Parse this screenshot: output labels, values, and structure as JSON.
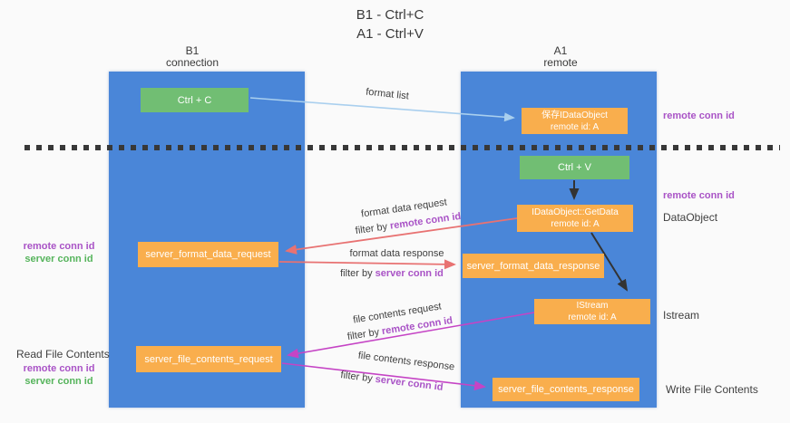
{
  "title": {
    "line1": "B1 - Ctrl+C",
    "line2": "A1 - Ctrl+V"
  },
  "columns": {
    "left": {
      "name": "B1",
      "role": "connection"
    },
    "right": {
      "name": "A1",
      "role": "remote"
    }
  },
  "nodes": {
    "ctrl_c": "Ctrl + C",
    "save_idataobject": {
      "line1": "保存IDataObject",
      "line2": "remote id: A"
    },
    "ctrl_v": "Ctrl + V",
    "getdata": {
      "line1": "IDataObject::GetData",
      "line2": "remote id: A"
    },
    "format_request": "server_format_data_request",
    "format_response": "server_format_data_response",
    "istream": {
      "line1": "IStream",
      "line2": "remote id: A"
    },
    "file_request": "server_file_contents_request",
    "file_response": "server_file_contents_response"
  },
  "arrow_labels": {
    "format_list": "format list",
    "format_data_request": "format data request",
    "format_data_response": "format data response",
    "file_contents_request": "file contents request",
    "file_contents_response": "file contents response",
    "filter_by": "filter by"
  },
  "shared": {
    "remote_conn_id": "remote conn id",
    "server_conn_id": "server conn id"
  },
  "side_labels": {
    "dataobject": "DataObject",
    "istream": "Istream",
    "read_file_contents": "Read File Contents",
    "write_file_contents": "Write File Contents"
  },
  "colors": {
    "column_blue": "#4a86d8",
    "box_orange": "#f9ae4d",
    "box_green": "#71be73",
    "arrow_light_blue": "#a9cfee",
    "arrow_salmon": "#e87272",
    "arrow_magenta": "#c544c5",
    "arrow_black": "#333333",
    "text_purple": "#a953c6",
    "text_green": "#56b45c",
    "background": "#fafafa"
  }
}
